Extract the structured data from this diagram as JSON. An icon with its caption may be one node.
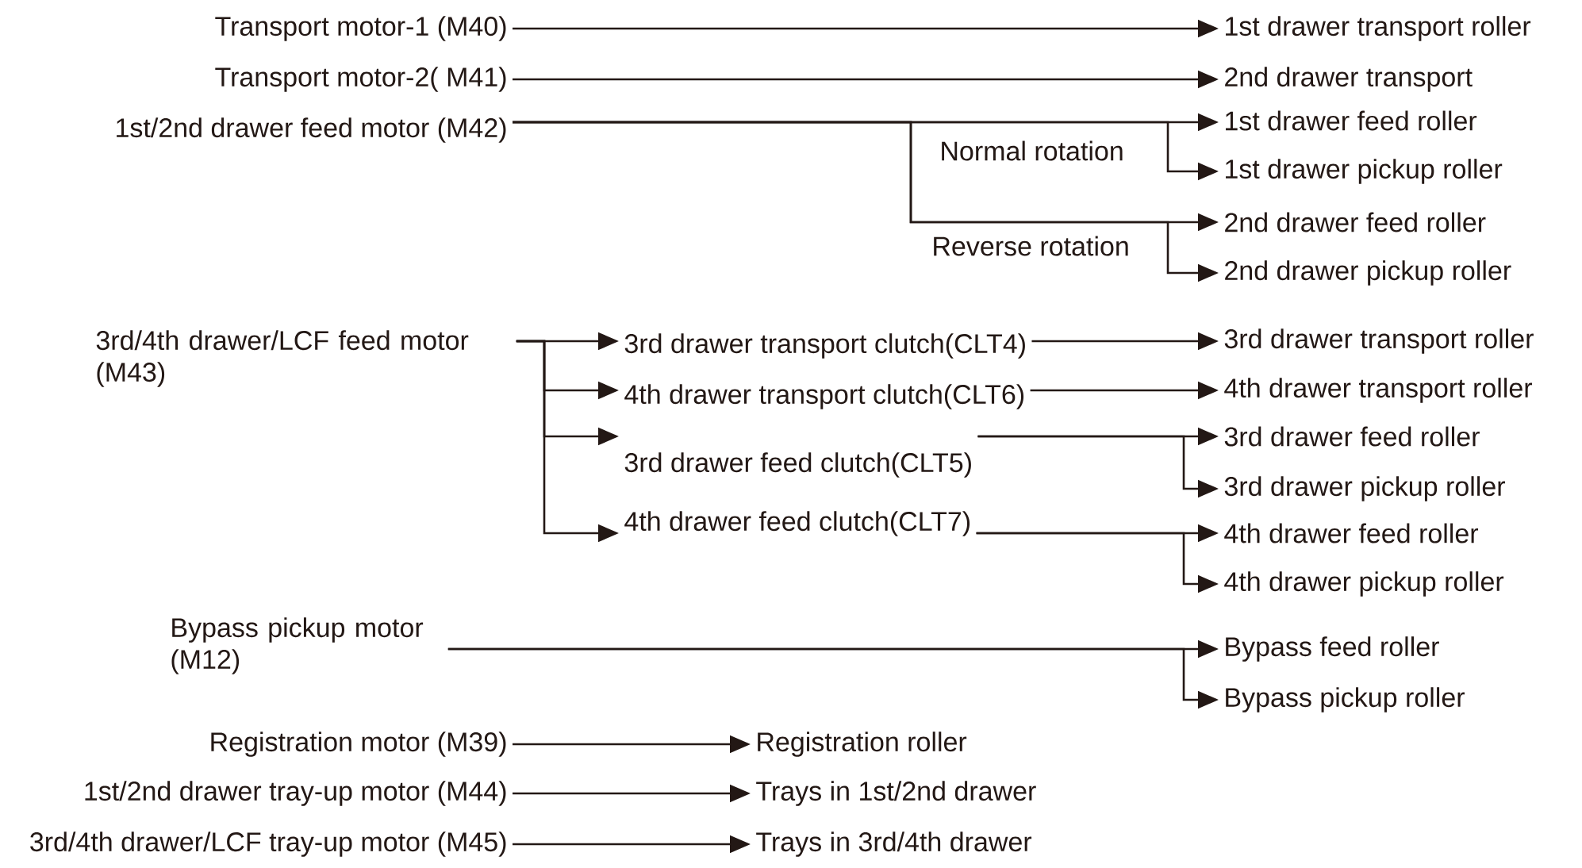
{
  "diagram": {
    "nodes": [
      {
        "text": [
          "Transport motor-1 (M40)"
        ]
      },
      {
        "text": [
          "Transport motor-2( M41)"
        ]
      },
      {
        "text": [
          "1st/2nd drawer feed motor (M42)"
        ]
      },
      {
        "text": [
          "3rd/4th drawer/LCF feed motor (M43)"
        ]
      },
      {
        "text": [
          "Bypass pickup motor (M12)"
        ]
      },
      {
        "text": [
          "Registration motor (M39)"
        ]
      },
      {
        "text": [
          "1st/2nd drawer tray-up motor (M44)"
        ]
      },
      {
        "text": [
          "3rd/4th drawer/LCF tray-up motor (M45)"
        ]
      },
      {
        "text": [
          "3rd drawer transport clutch(CLT4)"
        ]
      },
      {
        "text": [
          "4th drawer transport clutch(CLT6)"
        ]
      },
      {
        "text": [
          "3rd drawer feed clutch(CLT5)"
        ]
      },
      {
        "text": [
          "4th drawer feed clutch(CLT7)"
        ]
      },
      {
        "text": [
          "1st drawer transport roller"
        ]
      },
      {
        "text": [
          "2nd drawer transport"
        ]
      },
      {
        "text": [
          "1st drawer feed roller"
        ]
      },
      {
        "text": [
          "1st drawer pickup roller"
        ]
      },
      {
        "text": [
          "2nd drawer feed roller"
        ]
      },
      {
        "text": [
          "2nd drawer pickup roller"
        ]
      },
      {
        "text": [
          "3rd drawer transport roller"
        ]
      },
      {
        "text": [
          "4th drawer transport roller"
        ]
      },
      {
        "text": [
          "3rd drawer feed roller"
        ]
      },
      {
        "text": [
          "3rd drawer pickup roller"
        ]
      },
      {
        "text": [
          "4th drawer feed roller"
        ]
      },
      {
        "text": [
          "4th drawer pickup roller"
        ]
      },
      {
        "text": [
          "Bypass feed roller"
        ]
      },
      {
        "text": [
          "Bypass pickup roller"
        ]
      },
      {
        "text": [
          "Registration roller"
        ]
      },
      {
        "text": [
          "Trays in 1st/2nd drawer"
        ]
      },
      {
        "text": [
          "Trays in 3rd/4th drawer"
        ]
      }
    ],
    "edges": [
      {
        "from": 0,
        "to": 12,
        "arrow": "to"
      },
      {
        "from": 1,
        "to": 13,
        "arrow": "to"
      },
      {
        "from": 2,
        "to": 14,
        "arrow": "to"
      },
      {
        "from": 2,
        "to": 15,
        "arrow": "to"
      },
      {
        "from": 2,
        "to": 16,
        "arrow": "to"
      },
      {
        "from": 2,
        "to": 17,
        "arrow": "to"
      },
      {
        "from": 3,
        "to": 8,
        "arrow": "to"
      },
      {
        "from": 3,
        "to": 9,
        "arrow": "to"
      },
      {
        "from": 3,
        "to": 10,
        "arrow": "to"
      },
      {
        "from": 3,
        "to": 11,
        "arrow": "to"
      },
      {
        "from": 8,
        "to": 18,
        "arrow": "to"
      },
      {
        "from": 9,
        "to": 19,
        "arrow": "to"
      },
      {
        "from": 10,
        "to": 20,
        "arrow": "to"
      },
      {
        "from": 10,
        "to": 21,
        "arrow": "to"
      },
      {
        "from": 11,
        "to": 22,
        "arrow": "to"
      },
      {
        "from": 11,
        "to": 23,
        "arrow": "to"
      },
      {
        "from": 4,
        "to": 24,
        "arrow": "to"
      },
      {
        "from": 4,
        "to": 25,
        "arrow": "to"
      },
      {
        "from": 5,
        "to": 26,
        "arrow": "to"
      },
      {
        "from": 6,
        "to": 27,
        "arrow": "to"
      },
      {
        "from": 7,
        "to": 28,
        "arrow": "to"
      }
    ],
    "labels": [
      "Normal rotation",
      "Reverse rotation"
    ]
  }
}
